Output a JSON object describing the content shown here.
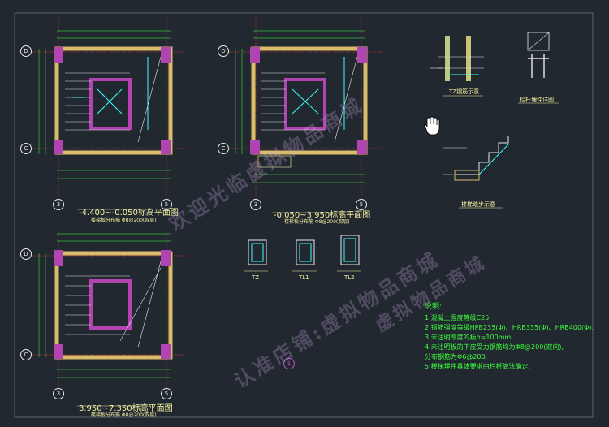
{
  "plans": [
    {
      "caption": "-4.400~-0.050标高平面图",
      "subcaption": "楼梯板分布筋 Φ8@200(双层)"
    },
    {
      "caption": "-0.050~3.950标高平面图",
      "subcaption": "楼梯板分布筋 Φ8@200(双层)"
    },
    {
      "caption": "3.950~7.350标高平面图",
      "subcaption": "楼梯板分布筋 Φ8@200(双层)"
    }
  ],
  "details": {
    "tz_caption": "TZ钢筋示意",
    "railing_caption": "栏杆埋件详图",
    "step_caption": "楼梯踏步示意",
    "section_labels": [
      "TZ",
      "TL1",
      "TL2"
    ],
    "circle_label": "1"
  },
  "grid_labels": {
    "d": "D",
    "c": "C",
    "three": "3",
    "five": "5"
  },
  "notes": {
    "title": "说明:",
    "items": [
      "1.混凝土强度等级C25.",
      "2.钢筋强度等级HPB235(Φ)、HRB335(Φ)、HRB400(Φ).",
      "3.未注明厚度的板h=100mm.",
      "4.未注明板的下皮受力钢筋均为Φ8@200(双向),",
      "   分布钢筋为Φ6@200.",
      "5.楼梯埋件具体要求由栏杆做法确定."
    ]
  },
  "watermarks": [
    "欢迎光临虚拟物品商城",
    "虚拟物品商城",
    "认准店铺:虚拟物品商城"
  ],
  "colors": {
    "background": "#212830",
    "wall": "#d9bc6a",
    "column": "#b044b0",
    "rebar": "#3cffff",
    "dim": "#3cff3c",
    "text": "#f4f0a0"
  }
}
